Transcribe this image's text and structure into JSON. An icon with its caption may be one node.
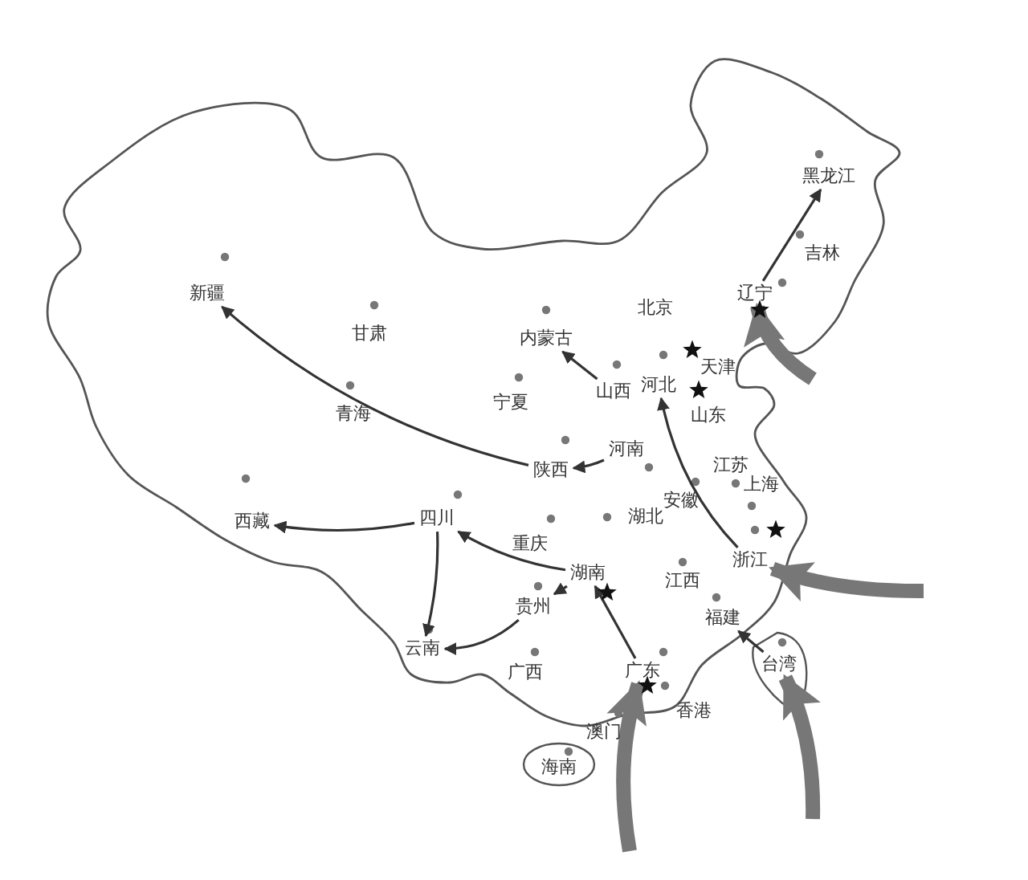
{
  "diagram": {
    "nodes": [
      {
        "text": [
          "黑龙江"
        ]
      },
      {
        "text": [
          "辽宁"
        ]
      },
      {
        "text": [
          "新疆"
        ]
      },
      {
        "text": [
          "内蒙古"
        ]
      },
      {
        "text": [
          "河北"
        ]
      },
      {
        "text": [
          "山西"
        ]
      },
      {
        "text": [
          "河南"
        ]
      },
      {
        "text": [
          "陕西"
        ]
      },
      {
        "text": [
          "四川"
        ]
      },
      {
        "text": [
          "西藏"
        ]
      },
      {
        "text": [
          "浙江"
        ]
      },
      {
        "text": [
          "湖南"
        ]
      },
      {
        "text": [
          "贵州"
        ]
      },
      {
        "text": [
          "福建"
        ]
      },
      {
        "text": [
          "云南"
        ]
      },
      {
        "text": [
          "台湾"
        ]
      },
      {
        "text": [
          "广东"
        ]
      }
    ],
    "edges": [
      {
        "from": 7,
        "to": 2,
        "arrow": "to"
      },
      {
        "from": 6,
        "to": 7,
        "arrow": "to"
      },
      {
        "from": 5,
        "to": 3,
        "arrow": "to"
      },
      {
        "from": 10,
        "to": 4,
        "arrow": "to"
      },
      {
        "from": 1,
        "to": 0,
        "arrow": "to"
      },
      {
        "from": 11,
        "to": 8,
        "arrow": "to"
      },
      {
        "from": 11,
        "to": 12,
        "arrow": "to"
      },
      {
        "from": 12,
        "to": 14,
        "arrow": "to"
      },
      {
        "from": 8,
        "to": 14,
        "arrow": "to"
      },
      {
        "from": 8,
        "to": 9,
        "arrow": "to"
      },
      {
        "from": 16,
        "to": 11,
        "arrow": "to"
      },
      {
        "from": 15,
        "to": 13,
        "arrow": "to"
      },
      {
        "from": null,
        "to": 1,
        "arrow": "to",
        "style": "thick",
        "color": "#777777"
      },
      {
        "from": null,
        "to": 10,
        "arrow": "to",
        "style": "thick",
        "color": "#777777"
      },
      {
        "from": null,
        "to": 16,
        "arrow": "to",
        "style": "thick",
        "color": "#777777"
      },
      {
        "from": null,
        "to": 15,
        "arrow": "to",
        "style": "thick",
        "color": "#777777"
      }
    ],
    "labels": [
      "吉林",
      "北京",
      "甘肃",
      "天津",
      "宁夏",
      "青海",
      "山东",
      "江苏",
      "安徽",
      "上海",
      "湖北",
      "重庆",
      "江西",
      "广西",
      "香港",
      "澳门",
      "海南"
    ]
  }
}
